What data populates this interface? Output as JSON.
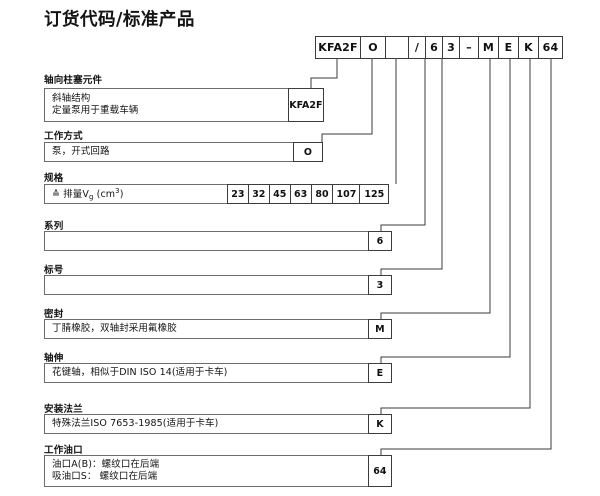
{
  "document": {
    "title": "订货代码/标准产品"
  },
  "code_row": {
    "name": "order-code-string",
    "cells": [
      {
        "text": "KFA2F",
        "width": 45
      },
      {
        "text": "O",
        "width": 25
      },
      {
        "text": "",
        "width": 23
      },
      {
        "text": "/",
        "width": 17
      },
      {
        "text": "6",
        "width": 17
      },
      {
        "text": "3",
        "width": 17
      },
      {
        "text": "–",
        "width": 19
      },
      {
        "text": "M",
        "width": 20
      },
      {
        "text": "E",
        "width": 20
      },
      {
        "text": "K",
        "width": 20
      },
      {
        "text": "64",
        "width": 23
      }
    ]
  },
  "sections": [
    {
      "id": "axial-piston-unit",
      "label": "轴向柱塞元件",
      "lines": [
        "斜轴结构",
        "定量泵用于重载车辆"
      ],
      "code": "KFA2F"
    },
    {
      "id": "operating-mode",
      "label": "工作方式",
      "lines": [
        "泵，开式回路"
      ],
      "code": "O"
    },
    {
      "id": "size",
      "label": "规格",
      "lines": [
        "≙ 排量Vg (cm³)"
      ],
      "sizes": [
        "23",
        "32",
        "45",
        "63",
        "80",
        "107",
        "125"
      ]
    },
    {
      "id": "series",
      "label": "系列",
      "lines": [
        ""
      ],
      "code": "6"
    },
    {
      "id": "index",
      "label": "标号",
      "lines": [
        ""
      ],
      "code": "3"
    },
    {
      "id": "sealing",
      "label": "密封",
      "lines": [
        "丁腈橡胶，双轴封采用氟橡胶"
      ],
      "code": "M"
    },
    {
      "id": "shaft-end",
      "label": "轴伸",
      "lines": [
        "花键轴，相似于DIN ISO 14(适用于卡车)"
      ],
      "code": "E"
    },
    {
      "id": "mounting-flange",
      "label": "安装法兰",
      "lines": [
        "特殊法兰ISO 7653-1985(适用于卡车)"
      ],
      "code": "K"
    },
    {
      "id": "service-ports",
      "label": "工作油口",
      "lines": [
        "油口A(B)：螺纹口在后端",
        "吸油口S： 螺纹口在后端"
      ],
      "code": "64"
    }
  ],
  "colors": {
    "ink": "#141414",
    "box_border": "#6d6d6d",
    "code_border": "#3b3b3b",
    "paper": "#ffffff"
  }
}
